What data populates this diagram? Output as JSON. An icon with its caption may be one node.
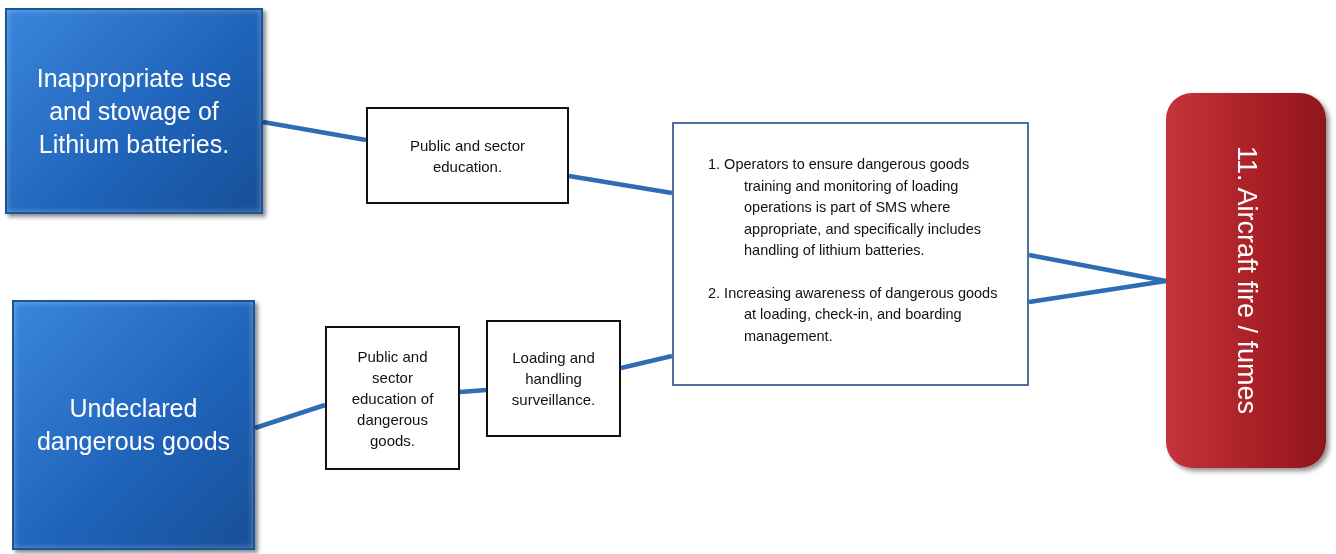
{
  "diagram": {
    "nodes": [
      {
        "text": [
          "Inappropriate use and stowage of Lithium batteries."
        ]
      },
      {
        "text": [
          "Undeclared dangerous goods"
        ]
      },
      {
        "text": [
          "Public and sector education."
        ]
      },
      {
        "text": [
          "Public and sector education of dangerous goods."
        ]
      },
      {
        "text": [
          "Loading and handling surveillance."
        ]
      },
      {
        "text": [
          "1. Operators to ensure dangerous goods training and monitoring of loading operations is part of SMS where appropriate, and specifically includes handling of lithium batteries.",
          "2. Increasing awareness of dangerous goods at loading, check-in, and boarding management."
        ]
      },
      {
        "text": [
          "11. Aircraft fire / fumes"
        ]
      }
    ],
    "edges": [
      {
        "from": 0,
        "to": 2,
        "arrow": "none"
      },
      {
        "from": 2,
        "to": 5,
        "arrow": "none"
      },
      {
        "from": 1,
        "to": 3,
        "arrow": "none"
      },
      {
        "from": 3,
        "to": 4,
        "arrow": "none"
      },
      {
        "from": 4,
        "to": 5,
        "arrow": "none"
      },
      {
        "from": 5,
        "to": 6,
        "arrow": "none"
      },
      {
        "from": 5,
        "to": 6,
        "arrow": "none"
      }
    ]
  }
}
